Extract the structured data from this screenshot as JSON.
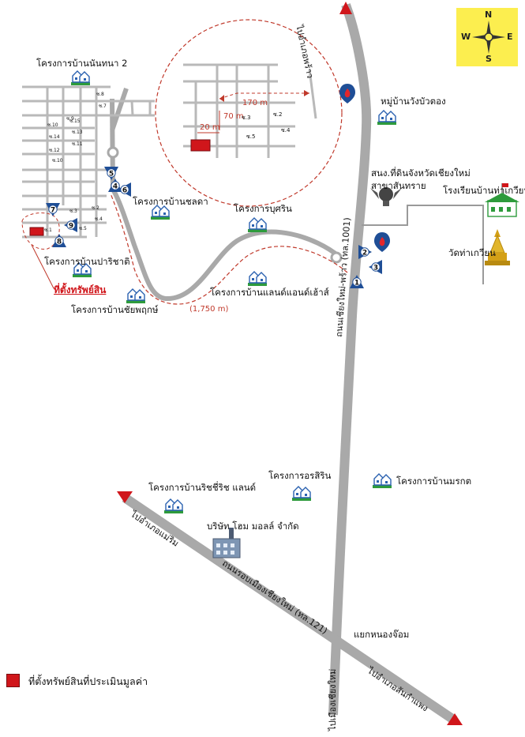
{
  "compass": {
    "n": "N",
    "s": "S",
    "e": "E",
    "w": "W"
  },
  "projects": {
    "nantana": "โครงการบ้านนันทนา 2",
    "chonlada": "โครงการบ้านชลดา",
    "busarin": "โครงการบุศริน",
    "parichart": "โครงการบ้านปาริชาติ",
    "landhouse": "โครงการบ้านแลนด์แอนด์เฮ้าส์",
    "chaiyapruek": "โครงการบ้านชัยพฤกษ์",
    "orasirin": "โครงการอรสิริน",
    "richy": "โครงการบ้านริชชี่ริช แลนด์",
    "morakot": "โครงการบ้านมรกต"
  },
  "places": {
    "wangbuatong": "หมู่บ้านวังบัวตอง",
    "landoffice_1": "สนง.ที่ดินจังหวัดเชียงใหม่",
    "landoffice_2": "สาขาสันทราย",
    "school": "โรงเรียนบ้านท่าเกวียน",
    "temple": "วัดท่าเกวียน",
    "homemall": "บริษัท โฮม มอลล์ จำกัด",
    "junction": "แยกหนองจ๊อม"
  },
  "roads": {
    "to_phrao": "ไปอำเภอพร้าว",
    "road_1001": "ถนนเชียงใหม่-พร้าว (ทล.1001)",
    "road_121": "ถนนรอบเมืองเชียงใหม่ (ทล.121)",
    "to_maerim": "ไปอำเภอแม่ริม",
    "to_cm": "ไปเมืองเชียงใหม่",
    "to_sankamphaeng": "ไปอำเภอสันกำแพง"
  },
  "site": {
    "label": "ที่ตั้งทรัพย์สิน",
    "distance": "(1,750 m)"
  },
  "inset": {
    "dim_170": "170 m",
    "dim_70": "70 m",
    "dim_20": "20 m",
    "soi": [
      "ซ.3",
      "ซ.2",
      "ซ.4",
      "ซ.5"
    ]
  },
  "soi_labels": [
    "ซ.8",
    "ซ.7",
    "ซ.9",
    "ซ.10",
    "ซ.11",
    "ซ.12",
    "ซ.13",
    "ซ.14",
    "ซ.15",
    "ซ.10",
    "ซ.1",
    "ซ.2",
    "ซ.3",
    "ซ.4",
    "ซ.5"
  ],
  "view_markers": [
    "1",
    "2",
    "3",
    "4",
    "5",
    "6",
    "7",
    "8",
    "9"
  ],
  "legend": {
    "label": "ที่ตั้งทรัพย์สินที่ประเมินมูลค่า"
  },
  "colors": {
    "road": "#a9a9a9",
    "site": "#d0161b",
    "route": "#c0392b",
    "marker": "#1f4e96",
    "compass_bg": "#fcee4f",
    "house_roof": "#2a61b0",
    "house_grass": "#2e9b3c"
  }
}
